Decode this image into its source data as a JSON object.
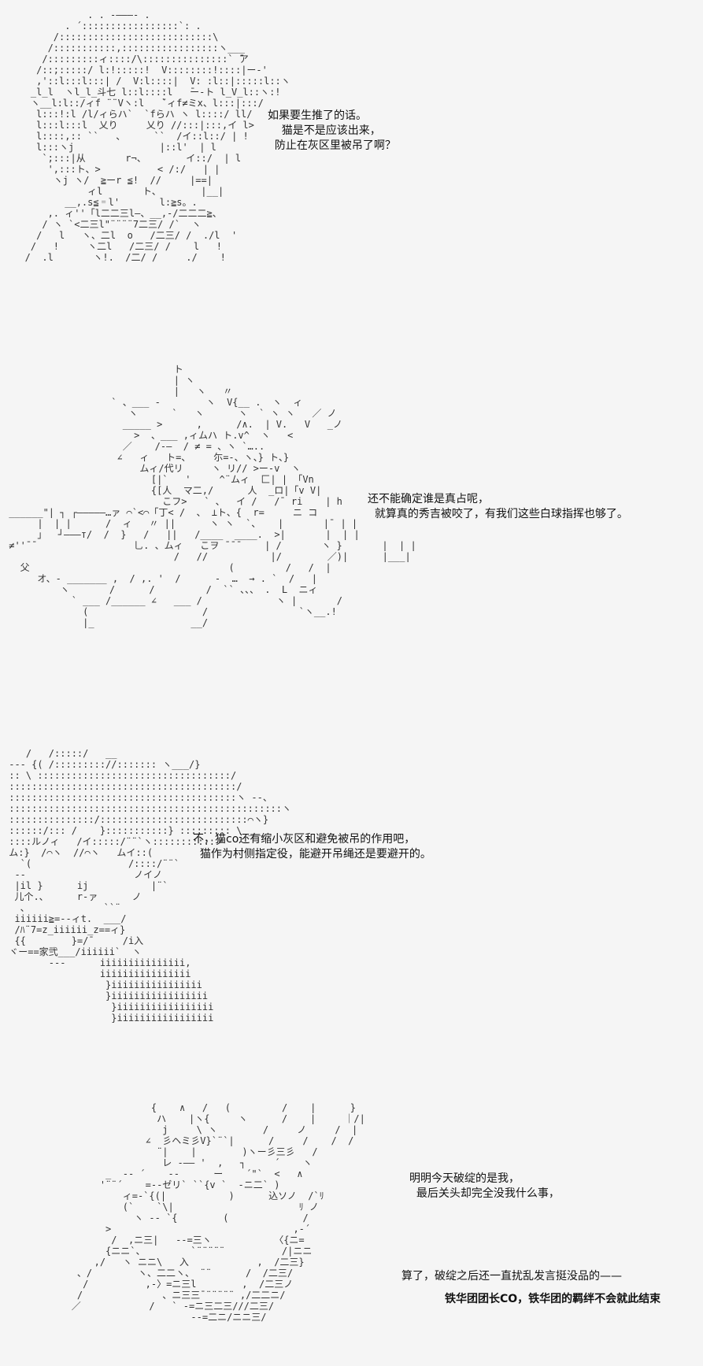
{
  "panels": [
    {
      "art": "              . . -―――- .\n          . ´:::::::::::::::::`: .\n        /:::::::::::::::::::::::::::\\\n       /:::::::::::,:::::::::::::::::ヽ___\n      /:::::::::ィ::::/\\:::::::::::::::` ̄ア\n     /::;:::::/ l:!:::::!  V::::::::!::::|ー‐'\n     ,'::l:::l:::| /  V:l::::|  V: :l::|:::::l::ヽ\n    _l_l  ヽl_l_斗七 l::l::::l   ̄ー‐ト l_V_l::ヽ:!\n    ヽ__l:l::/ィf ¨¨Vヽ:l   ̄`ィf≠ミx、l:::|:::/\n     l:::!:l /l/ィらハ`  `fらハ ヽ l::::/ ll/\n     l:::l:::l  乂り     乂り //:::|:::,イ l>\n     l::::,:: ``   、     ``  /イ::l::/ | !\n     l:::ヽj               |::l'  | l\n      `;:::|从       r¬、       イ::/  | l\n       ',:::ト、>          < /:/   | |\n        ヽj ヽ/  ≧ーr ≦!  //     |==|\n              ィl       ト、       |__|\n          __,.s≦゠l'       l:≧s。.\n       ,. ィ''「l二二三l―、__,-/二二二≧、\n      / ヽ `<二三l\"¨¨¨¨7二三/ /`  ヽ\n     /   l   ヽ、二l  o   /二三/ /  ./l  '\n    /   !     ヽ二l   /二三/ /    l   !\n   /  .l       ヽ!.  /二/ /     ./    !",
      "lines": [
        "如果要生推了的话。",
        "    猫是不是应该出来，",
        "  防止在灰区里被吊了啊？"
      ]
    },
    {
      "art": "                              ト\n                              | ヽ\n                              |   ヽ   〃\n                   ` 、___ -        ヽ  V{__ .  ヽ  ィ\n                      ヽ      `   ヽ      ヽ  ` ヽ ヽ   ／ ノ\n                     _____ >      ,      /∧.  | V.   V   _ノ\n                       >  、___ ,ィムハ ト.v^  ヽ   <\n                     ／    /-―  / ≠ = 、ヽ `…..\n                    ∠   ィ   ト=、    尓=-、ヽ、} ト、}\n                        ムィ/代リ     ヽ リ// >ー-v  ヽ\n                          [|`   '     ^¨ムィ  匚| | 「Vn\n                          {[人  マ二,/      人  _ロ|「v V|\n                            こフ>   ` 、  イ /   /¯ ri    | h\n ______\"| ┐ ┌―――――…ァ ⌒`<⌒「丁< /  、 ⊥ト、{  r=     ニ コ\n      |  | |      /  ィ   〃 ||      ヽ ヽ  `、   |       |¯ | |\n      」  ┘―――т/  /  }   /   ||   /____  ____.  >|       |  | |\n ≠''¯¯                 乚. 、ムィ   こヲ ¯¯¯    | /       ヽ }       |  | |\n                              /   //           |/        ／)|      |___|\n   父                                   (         /   /  |\n      オ、- _______ ,  / ,. '  /      -  …  → . `  /   |\n          ヽ       /      /         /  `` 、、、 .  L  ニィ\n            ` ___ /______ ∠   ___ /             ヽ |       /\n              (                    /                `ヽ__.!\n              |_                 __/",
      "lines": [
        "还不能确定谁是真占呢，",
        "  就算真的秀吉被咬了，有我们这些白球指挥也够了。"
      ]
    },
    {
      "art": "    /   /:::::/   __\n --- {( /::::::::://::::::: ヽ___/}\n :: \\ ::::::::::::::::::::::::::::::::::/\n ::::::::::::::::::::::::::::::::::::::::/\n ::::::::::::::::::::::::::::::::::::::::ヽ ‐-、\n ::::::::::::::::::::::::::::::::::::::::::::::::ヽ\n :::::::::::::::/::::::::::::::::::::::::::⌒ヽ}\n ::::::/::: /    }:::::::::::} ::::::::: \\ ___\n ::::ルノィ   /イ:::::/¨¨`ヽ:::::::::::ノ\n ム:}  /⌒ヽ  //⌒ヽ   ムイ::(\n   `(                 /::::/¨¨`\n  ‐-                   ノイノ\n  |il }      ij           |¨`\n  儿个.、     r-ァ      ノ\n   、             ``¨\n  iiiiii≧=--ィt.  ___/\n  /ﾊ¨7=z_iiiiii_z==ィ}\n  {{        }=/¯     /i入\n ヾー==家弐___/iiiiii`  ヽ\n        ---      iiiiiiiiiiiiiii,\n                 iiiiiiiiiiiiiiii\n                  }iiiiiiiiiiiiiiii\n                  }iiiiiiiiiiiiiiiii\n                   }iiiiiiiiiiiiiiiii\n                   }iiiiiiiiiiiiiiiii",
      "lines": [
        "不，猫co还有缩小灰区和避免被吊的作用吧，",
        "  猫作为村侧指定役，能避开吊绳还是要避开的。"
      ]
    },
    {
      "art": "                          {    ∧   /   (         /    |      }\n                           ハ    |ヽ{     ヽ      /    |     ｜/|\n                            j     \\ ヽ        /     ノ     /  |\n                         ∠  彡ヘミ彡V}`¨`|      /     /    /  /\n                           ¨|    |        )ヽー彡三彡   /\n                            レ -―― '  ,   ┐     ´    ヽ\n                  _  -‐ ´    -‐      ー    ´\"`  <   ∧\n                 '¨¨´    =--ゼリ` ``{v `  -ニ二` )\n                     ィ=-`{(|           )      込ソノ  /`ﾘ\n                     (`    `\\|                      ﾘ ノ\n                       ヽ -- `{        (             /\n                  >                                ,-´\n                   /  ,ニ三|   ‐-=三ヽ           〈{ニ=\n                  {ニニ`、        `¨¨¨¨¨          /|ニニ\n                ,/   ヽ ニニ\\   入            ,  /二三}\n             、/        ヽ、二二ヽ、 ¨¨      /  /二三/\n              /          ,-〉=ニ三l        ,  /二三ノ\n             /              、ニ三三¯¨¨¨¨¨ ,/二二ニ/\n            ／            /   ` ‐=ニ三二三///二三/\n                                 --=二ニ/ニニ三/",
      "lines_a": [
        "明明今天破绽的是我，",
        "  最后关头却完全没我什么事，"
      ],
      "line_b": "算了，破绽之后还一直扰乱发言挺没品的——",
      "line_c": "铁华团团长CO，铁华团的羁绊不会就此结束"
    }
  ]
}
